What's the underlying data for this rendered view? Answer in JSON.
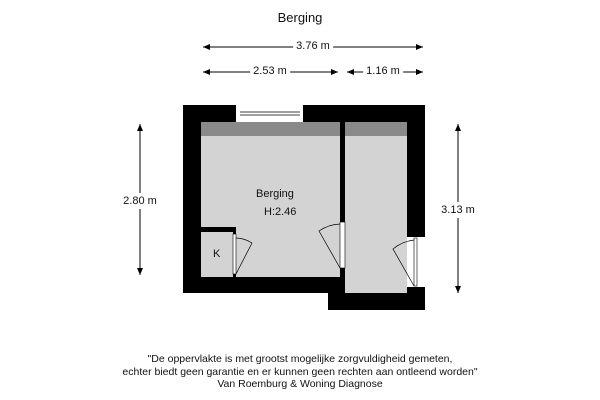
{
  "title": "Berging",
  "dimensions": {
    "total_width": "3.76 m",
    "left_width": "2.53 m",
    "right_width": "1.16 m",
    "left_height": "2.80 m",
    "right_height": "3.13 m"
  },
  "rooms": {
    "main_name": "Berging",
    "main_height": "H:2.46",
    "closet": "K"
  },
  "footer": {
    "line1": "\"De oppervlakte is met grootst mogelijke zorgvuldigheid gemeten,",
    "line2": "echter biedt geen garantie en er kunnen geen rechten aan ontleend worden\"",
    "line3": "Van Roemburg & Woning Diagnose"
  },
  "colors": {
    "wall": "#000000",
    "floor": "#d3d3d3",
    "hatch": "#8a8a8a"
  }
}
